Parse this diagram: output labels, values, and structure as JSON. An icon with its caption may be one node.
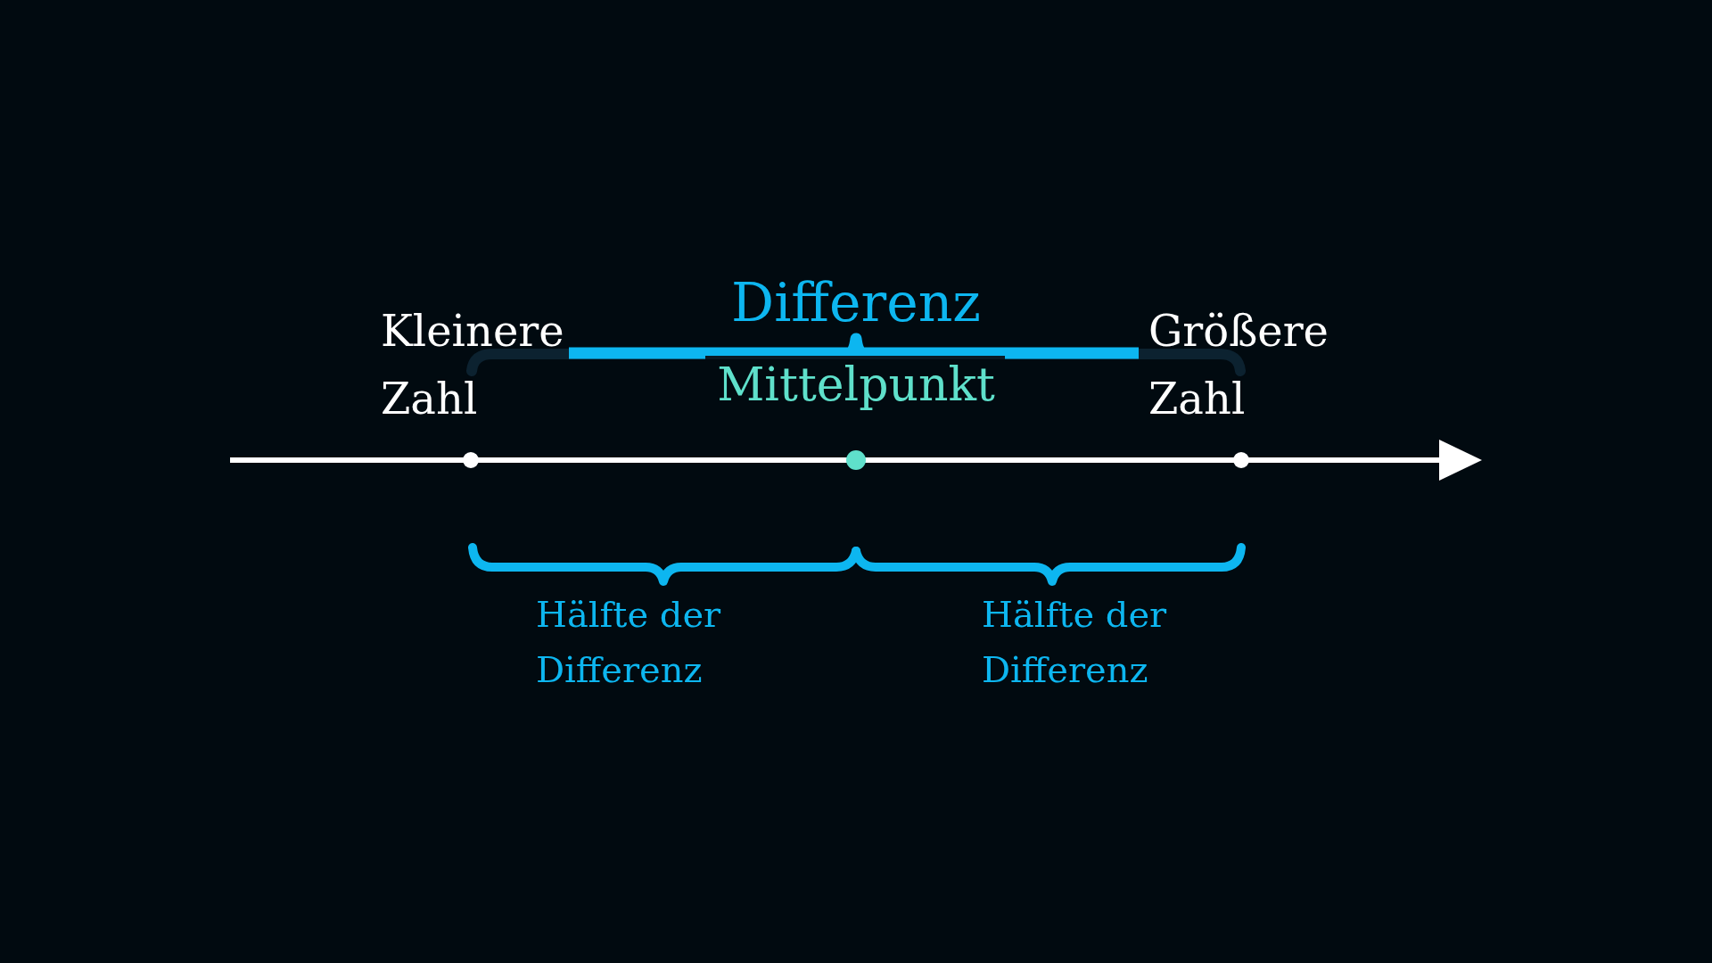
{
  "diagram": {
    "labels": [
      "Differenz",
      "Kleinere Zahl",
      "Größere Zahl",
      "Mittelpunkt",
      "Hälfte der Differenz",
      "Hälfte der Differenz"
    ]
  }
}
